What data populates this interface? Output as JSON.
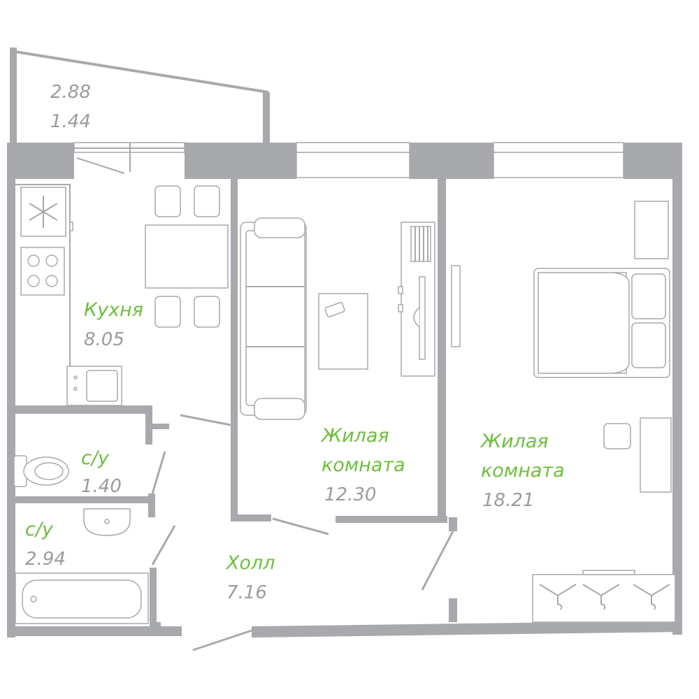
{
  "colors": {
    "wall": "#a7a9ac",
    "label": "#6cbf3c",
    "area": "#9b9b9b"
  },
  "balcony": {
    "area_total": "2.88",
    "area_reduced": "1.44"
  },
  "kitchen": {
    "name": "Кухня",
    "area": "8.05"
  },
  "living_room_1": {
    "name_line1": "Жилая",
    "name_line2": "комната",
    "area": "12.30"
  },
  "living_room_2": {
    "name_line1": "Жилая",
    "name_line2": "комната",
    "area": "18.21"
  },
  "bathroom_1": {
    "name": "с/у",
    "area": "1.40"
  },
  "bathroom_2": {
    "name": "с/у",
    "area": "2.94"
  },
  "hall": {
    "name": "Холл",
    "area": "7.16"
  },
  "icons": [
    "snowflake-icon",
    "stove-icon",
    "sink-icon",
    "toilet-icon",
    "washbasin-icon",
    "bathtub-icon",
    "sofa-icon",
    "tv-icon",
    "bed-icon",
    "chair-icon",
    "hanger-icon",
    "remote-icon",
    "radiator-icon"
  ]
}
